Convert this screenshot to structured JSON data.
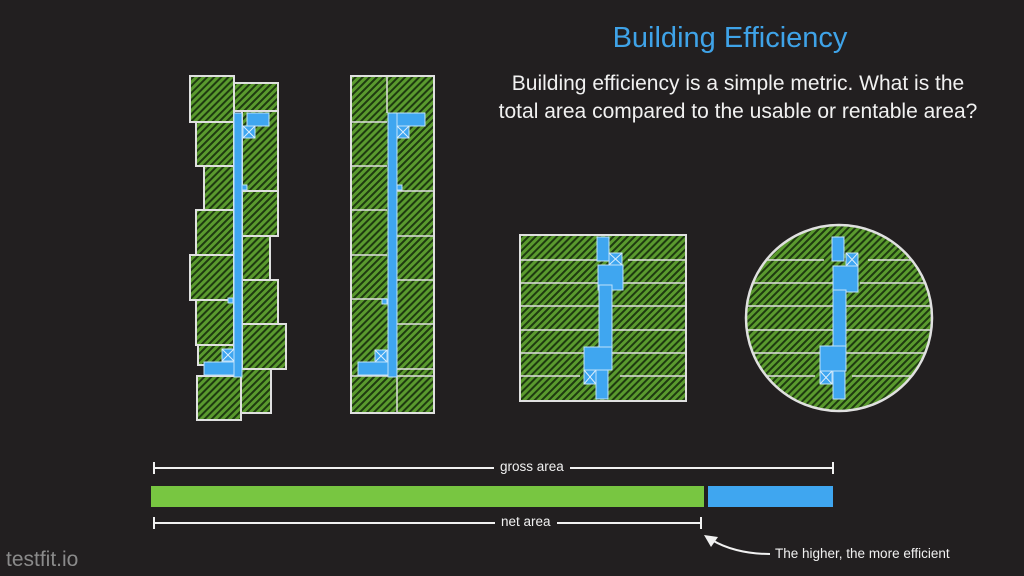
{
  "header": {
    "title": "Building Efficiency",
    "subtitle_line1": "Building efficiency is a simple metric. What is the",
    "subtitle_line2": "total area compared to the usable or rentable area?"
  },
  "diagram": {
    "buildings": [
      {
        "name": "staggered-double-loaded-building",
        "shape": "staggered rectangle"
      },
      {
        "name": "rectangular-double-loaded-building",
        "shape": "rectangle"
      },
      {
        "name": "square-building",
        "shape": "square"
      },
      {
        "name": "circular-building",
        "shape": "circle"
      }
    ],
    "colors": {
      "net_area": "#78c641",
      "circulation": "#3fa6f0",
      "unit_fill": "#5a9a2e",
      "unit_hatch": "#1e3a10",
      "outline": "#d8d8d8",
      "title": "#3fa3e8"
    },
    "gross_label": "gross area",
    "net_label": "net area",
    "annotation": "The higher, the more efficient"
  },
  "footer": {
    "brand": "testfit.io"
  }
}
